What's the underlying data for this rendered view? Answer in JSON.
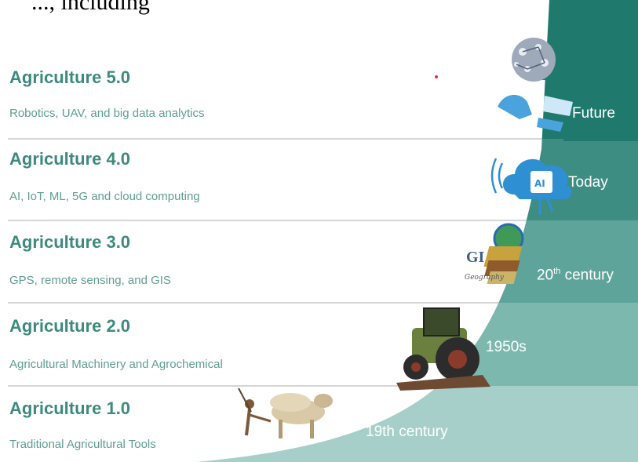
{
  "caption_fragment": "..., including",
  "levels": [
    {
      "title": "Agriculture 5.0",
      "subtitle": "Robotics, UAV, and big data analytics",
      "era": "Future"
    },
    {
      "title": "Agriculture 4.0",
      "subtitle": "AI, IoT, ML, 5G and cloud computing",
      "era": "Today"
    },
    {
      "title": "Agriculture 3.0",
      "subtitle": "GPS, remote sensing, and GIS",
      "era_base": "20",
      "era_sup": "th",
      "era_rest": " century"
    },
    {
      "title": "Agriculture 2.0",
      "subtitle": "Agricultural Machinery and Agrochemical",
      "era": "1950s"
    },
    {
      "title": "Agriculture 1.0",
      "subtitle": "Traditional Agricultural Tools",
      "era": "19th century"
    }
  ],
  "colors": {
    "band_1": "#a7cfc9",
    "band_2": "#7db8af",
    "band_3": "#5fa49a",
    "band_4": "#3e8d82",
    "band_5": "#1f7a6d",
    "title_text": "#3e8a7e",
    "divider": "#c9c9c9"
  },
  "icons": [
    "oxen-plough-icon",
    "tractor-icon",
    "gis-satellite-icon",
    "ai-cloud-icon",
    "robot-hand-icon",
    "neural-sphere-icon"
  ]
}
